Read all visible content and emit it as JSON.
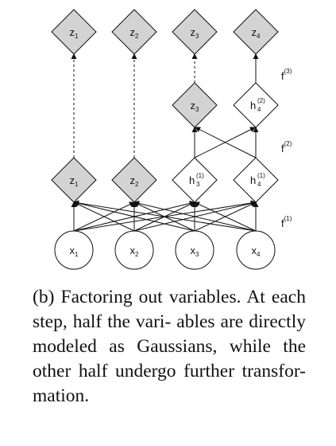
{
  "nodes": {
    "z_top": [
      {
        "base": "z",
        "sub": "1",
        "sup": ""
      },
      {
        "base": "z",
        "sub": "2",
        "sup": ""
      },
      {
        "base": "z",
        "sub": "3",
        "sup": ""
      },
      {
        "base": "z",
        "sub": "4",
        "sup": ""
      }
    ],
    "middle": [
      {
        "base": "z",
        "sub": "3",
        "sup": ""
      },
      {
        "base": "h",
        "sub": "4",
        "sup": "(2)"
      }
    ],
    "level1": [
      {
        "base": "z",
        "sub": "1",
        "sup": ""
      },
      {
        "base": "z",
        "sub": "2",
        "sup": ""
      },
      {
        "base": "h",
        "sub": "3",
        "sup": "(1)"
      },
      {
        "base": "h",
        "sub": "4",
        "sup": "(1)"
      }
    ],
    "inputs": [
      {
        "base": "x",
        "sub": "1",
        "sup": ""
      },
      {
        "base": "x",
        "sub": "2",
        "sup": ""
      },
      {
        "base": "x",
        "sub": "3",
        "sup": ""
      },
      {
        "base": "x",
        "sub": "4",
        "sup": ""
      }
    ]
  },
  "functions": [
    {
      "base": "f",
      "sup": "(3)"
    },
    {
      "base": "f",
      "sup": "(2)"
    },
    {
      "base": "f",
      "sup": "(1)"
    }
  ],
  "colors": {
    "gaussian_fill": "#d3d3d3",
    "transform_fill": "#ffffff",
    "stroke": "#111111"
  },
  "caption": {
    "line1": "(b) Factoring out variables.",
    "line2": "At each step, half the vari-",
    "line3": "ables are directly modeled as",
    "line4": "Gaussians, while the other",
    "line5": "half undergo further transfor-",
    "line6": "mation."
  }
}
